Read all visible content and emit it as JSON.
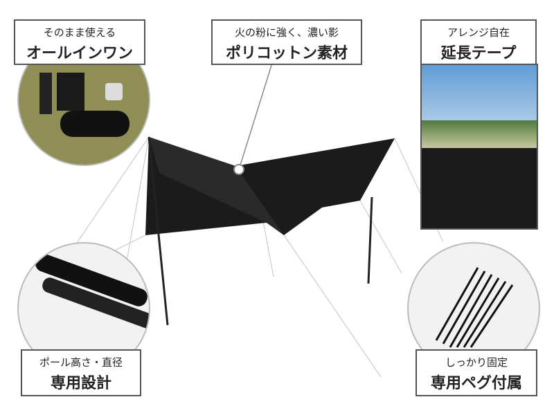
{
  "callouts": [
    {
      "sub": "そのまま使える",
      "main": "オールインワン"
    },
    {
      "sub": "火の粉に強く、濃い影",
      "main": "ポリコットン素材"
    },
    {
      "sub": "アレンジ自在",
      "main": "延長テープ"
    },
    {
      "sub": "ポール高さ・直径",
      "main": "専用設計"
    },
    {
      "sub": "しっかり固定",
      "main": "専用ペグ付属"
    }
  ],
  "colors": {
    "tarp": "#1a1a1a",
    "grass": "#8a8a52",
    "sky": "#6fa6d8"
  }
}
